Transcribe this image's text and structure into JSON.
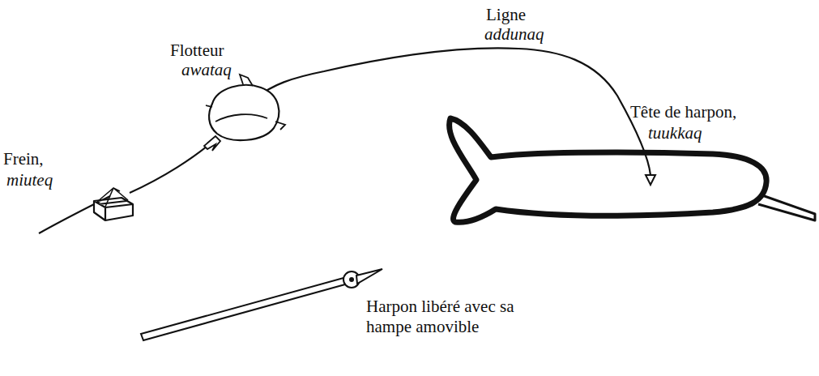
{
  "diagram": {
    "labels": [
      "Ligne",
      "addunaq",
      "Flotteur",
      "awataq",
      "Frein,",
      "miuteq",
      "Tête de harpon,",
      "tuukkaq",
      "Harpon libéré avec sa hampe amovible"
    ]
  }
}
